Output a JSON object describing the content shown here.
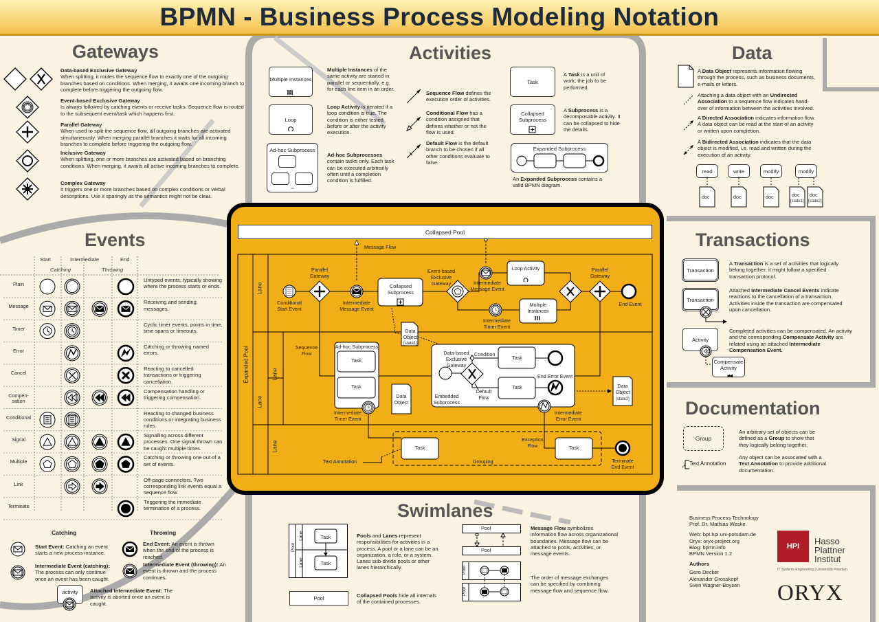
{
  "title": "BPMN - Business Process Modeling Notation",
  "sections": {
    "gateways": "Gateways",
    "activities": "Activities",
    "data": "Data",
    "events": "Events",
    "transactions": "Transactions",
    "documentation": "Documentation",
    "swimlanes": "Swimlanes"
  },
  "gateways": {
    "items": [
      {
        "name": "Data-based Exclusive Gateway",
        "text": "When splitting, it routes the sequence flow to exactly one of the outgoing branches based on conditions. When merging, it awaits one incoming branch to complete before triggering the outgoing flow."
      },
      {
        "name": "Event-based Exclusive Gateway",
        "text": "Is always followed by catching events or receive tasks. Sequence flow is routed to the subsequent event/task which happens first."
      },
      {
        "name": "Parallel Gateway",
        "text": "When used to split the sequence flow, all outgoing branches are activated simultaneously. When merging parallel branches it waits for all incoming branches to complete before triggering the outgoing flow."
      },
      {
        "name": "Inclusive Gateway",
        "text": "When splitting, one or more branches are activated based on branching conditions. When merging, it awaits all active incoming branches to complete."
      },
      {
        "name": "Complex Gateway",
        "text": "It triggers one or more branches based on complex conditions or verbal descriptions. Use it sparingly as the semantics might not be clear."
      }
    ]
  },
  "activities": {
    "multi_label": "Multiple Instances",
    "loop_label": "Loop",
    "adhoc_label": "Ad-hoc Subprocess",
    "task_label": "Task",
    "collapsed_label": "Collapsed Subprocess",
    "expanded_label": "Expanded Subprocess",
    "multi_name": "Multiple Instances",
    "multi_text": "of the same activity are started in parallel or sequentially, e.g. for each line item in an order.",
    "loop_name": "Loop Activity",
    "loop_text": "is iterated if a loop condition is true. The condition is either tested before or after the activity execution.",
    "adhoc_name": "Ad-hoc Subprocesses",
    "adhoc_text": "contain tasks only. Each task can be executed arbitrarily often until a completion condition is fulfilled.",
    "seq_name": "Sequence Flow",
    "seq_text": "defines the execution order of activities.",
    "cond_name": "Conditional Flow",
    "cond_text": "has a condition assigned that defines whether or not the flow is used.",
    "def_name": "Default Flow",
    "def_text": "is the default branch to be chosen if all other conditions evaluate to false.",
    "task_pre": "A",
    "task_name": "Task",
    "task_text": "is a unit of work, the job to be performed.",
    "sub_pre": "A",
    "sub_name": "Subprocess",
    "sub_text": "is a decomposable activity. It can be collapsed to hide the details.",
    "exp_pre": "An",
    "exp_name": "Expanded Subprocess",
    "exp_text": "contains a valid BPMN diagram."
  },
  "data": {
    "p1_pre": "A",
    "p1_name": "Data Object",
    "p1_text": "represents information flowing through the process, such as business documents, e-mails or letters.",
    "p2_pre": "Attaching a data object with an",
    "p2_name": "Undirected Association",
    "p2_text": "to a sequence flow indicates hand-over of information between the activities involved.",
    "p3_pre": "A",
    "p3_name": "Directed Association",
    "p3_text": "indicates information flow. A data object can be read at the start of an activity or written upon completion.",
    "p4_pre": "A",
    "p4_name": "Bidirected Association",
    "p4_text": "indicates that the data object is modified, i.e. read and written during the execution of an activity.",
    "ops": [
      "read",
      "write",
      "modify",
      "modify"
    ],
    "doc": "doc",
    "state1": "[state1]",
    "state2": "[state2]"
  },
  "events": {
    "cols": {
      "start": "Start",
      "intermediate": "Intermediate",
      "end": "End",
      "catching": "Catching",
      "throwing": "Throwing"
    },
    "rows": [
      {
        "label": "Plain",
        "text": "Untyped events, typically showing where the process starts or ends."
      },
      {
        "label": "Message",
        "text": "Receiving and sending messages."
      },
      {
        "label": "Timer",
        "text": "Cyclic timer events, points in time, time spans or timeouts."
      },
      {
        "label": "Error",
        "text": "Catching or throwing named errors."
      },
      {
        "label": "Cancel",
        "text": "Reacting to cancelled transactions or triggering cancellation."
      },
      {
        "label": "Compen-sation",
        "text": "Compensation handling or triggering compensation."
      },
      {
        "label": "Conditional",
        "text": "Reacting to changed business conditions or integrating business rules."
      },
      {
        "label": "Signal",
        "text": "Signalling across different processes. One signal thrown can be caught multiple times."
      },
      {
        "label": "Multiple",
        "text": "Catching or throwing one out of a set of events."
      },
      {
        "label": "Link",
        "text": "Off-page connectors. Two corresponding link events equal a sequence flow."
      },
      {
        "label": "Terminate",
        "text": "Triggering the immediate termination of a process."
      }
    ],
    "legend": {
      "catching": "Catching",
      "throwing": "Throwing",
      "start_name": "Start Event:",
      "start_text": "Catching an event starts a new process instance.",
      "icatch_name": "Intermediate Event (catching):",
      "icatch_text": "The process can only continue once an event has been caught.",
      "end_name": "End Event:",
      "end_text": "An event is thrown when the end of the process is reached.",
      "ithrow_name": "Intermediate Event (throwing):",
      "ithrow_text": "An event is thrown and the process continues.",
      "activity": "activity",
      "att_name": "Attached Intermediate Event:",
      "att_text": "The activity is aborted once an event is caught."
    }
  },
  "pool": {
    "collapsed_pool": "Collapsed Pool",
    "expanded_pool": "Expanded Pool",
    "lane": "Lane",
    "message_flow": "Message Flow",
    "cond_start": "Conditional Start Event",
    "par_gateway": "Parallel Gateway",
    "int_msg": "Intermediate Message Event",
    "collapsed_sub": "Collapsed Subprocess",
    "ev_gateway": "Event-based Exclusive Gateway",
    "int_msg2": "Intermediate Message Event",
    "loop": "Loop Activity",
    "multi": "Multiple Instances",
    "int_timer": "Intermediate Timer Event",
    "par_gateway2": "Parallel Gateway",
    "end_event": "End Event",
    "seq_flow": "Sequence Flow",
    "adhoc": "Ad-hoc Subprocess",
    "task": "Task",
    "data_object": "Data Object",
    "state1": "[state1]",
    "state2": "[state2]",
    "db_gateway": "Data-based Exclusive Gateway",
    "condition": "Condition",
    "default_flow": "Default Flow",
    "end_error": "End Error Event",
    "embedded": "Embedded Subprocess",
    "int_error": "Intermediate Error Event",
    "int_timer2": "Intermediate Timer Event",
    "exception_flow": "Exception Flow",
    "text_annotation": "Text Annotation",
    "grouping": "Grouping",
    "terminate": "Terminate End Event"
  },
  "transactions": {
    "box1": "Transaction",
    "box2": "Transaction",
    "box3": "Activity",
    "box4": "Compensate Activity",
    "p1_pre": "A",
    "p1_name": "Transaction",
    "p1_text": "is a set of activities that logically belong together; it might follow a specified transaction protocol.",
    "p2_pre": "Attached",
    "p2_name": "Intermediate Cancel Events",
    "p2_text": "indicate reactions to the cancellation of a transaction. Activities inside the transaction are compensated upon cancellation.",
    "p3_pre": "Completed activities can be compensated. An activity and the corresponding",
    "p3_name": "Compensate Activity",
    "p3_mid": "are related using an attached",
    "p3_name2": "Intermediate Compensation Event."
  },
  "documentation": {
    "group": "Group",
    "annotation": "Text Annotation",
    "p1_pre": "An arbitrary set of objects can be defined as a",
    "p1_name": "Group",
    "p1_text": "to show that they logically belong together.",
    "p2_pre": "Any object can be associated with a",
    "p2_name": "Text Annotation",
    "p2_text": "to provide additional documentation."
  },
  "swimlanes": {
    "pool": "Pool",
    "lane": "Lane",
    "task": "Task",
    "p1_name1": "Pools",
    "p1_and": "and",
    "p1_name2": "Lanes",
    "p1_text": "represent responsibilities for activities in a process. A pool or a lane can be an organization, a role, or a system. Lanes sub-divide pools or other lanes hierarchically.",
    "p2_name": "Collapsed Pools",
    "p2_text": "hide all internals of the contained processes.",
    "p3_name": "Message Flow",
    "p3_text": "symbolizes information flow across organizational boundaries. Message flow can be attached to pools, activities, or message events.",
    "p4_text": "The order of message exchanges can be specified by combining message flow and sequence flow."
  },
  "credits": {
    "l1": "Business Process Technology",
    "l2": "Prof. Dr. Mathias Weske",
    "l3": "Web: bpt.hpi.uni-potsdam.de",
    "l4": "Oryx: oryx-project.org",
    "l5": "Blog: bpmn.info",
    "l6": "BPMN Version 1.2",
    "authors": "Authors",
    "a1": "Gero Decker",
    "a2": "Alexander Grosskopf",
    "a3": "Sven Wagner-Boysen",
    "hpi": "HPI",
    "hasso1": "Hasso",
    "hasso2": "Plattner",
    "hasso3": "Institut",
    "hpi_sub": "IT Systems Engineering | Universität Potsdam",
    "oryx": "ORYX"
  },
  "colors": {
    "pool_bg": "#f2ae16",
    "title_text": "#1d2a3c",
    "hpi_red": "#b21d2a",
    "bg": "#fbf3e1"
  }
}
